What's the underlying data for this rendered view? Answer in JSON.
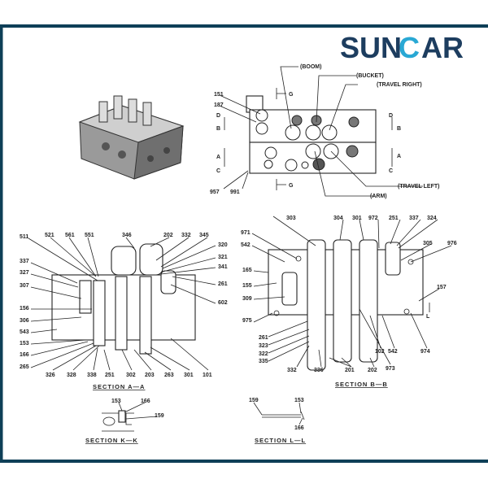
{
  "logo": {
    "part1": "SUN",
    "part2": "C",
    "part3": "AR",
    "colors": {
      "primary": "#1d3d5f",
      "accent": "#29a8d4"
    }
  },
  "frame_color": "#0e3f57",
  "top_view": {
    "callouts": [
      "(BOOM)",
      "(BUCKET)",
      "(TRAVEL RIGHT)",
      "(TRAVEL LEFT)",
      "(ARM)"
    ],
    "numbers": [
      "151",
      "187",
      "957",
      "991"
    ],
    "markers": [
      "D",
      "B",
      "A",
      "C",
      "G"
    ]
  },
  "section_aa": {
    "title": "SECTION A—A",
    "top_row": [
      "511",
      "521",
      "561",
      "551",
      "346",
      "202",
      "332",
      "345"
    ],
    "right_col": [
      "320",
      "321",
      "341",
      "261",
      "602"
    ],
    "left_col": [
      "337",
      "327",
      "307",
      "156",
      "306",
      "543",
      "153",
      "166",
      "265"
    ],
    "bottom_row": [
      "326",
      "328",
      "338",
      "251",
      "302",
      "203",
      "263",
      "301",
      "101"
    ]
  },
  "section_bb": {
    "title": "SECTION B—B",
    "top_row": [
      "303",
      "304",
      "301",
      "972",
      "251",
      "337",
      "324"
    ],
    "left_col": [
      "971",
      "542",
      "165",
      "155",
      "309",
      "975"
    ],
    "right": [
      "305",
      "976",
      "157",
      "L"
    ],
    "lower_left": [
      "261",
      "323",
      "322",
      "335"
    ],
    "bottom_row": [
      "332",
      "336",
      "201",
      "202",
      "973",
      "102",
      "542",
      "974"
    ]
  },
  "section_kk": {
    "title": "SECTION K—K",
    "labels": [
      "153",
      "166",
      "159"
    ]
  },
  "section_ll": {
    "title": "SECTION L—L",
    "labels": [
      "159",
      "153",
      "166"
    ]
  }
}
